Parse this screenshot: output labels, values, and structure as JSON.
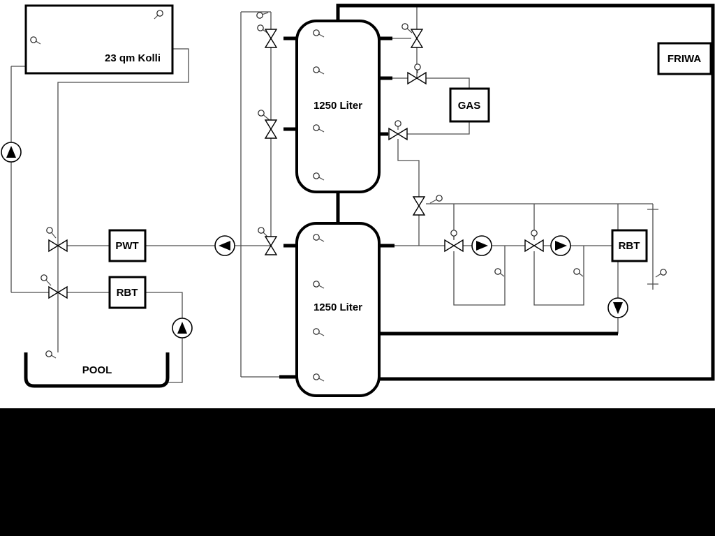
{
  "labels": {
    "collector": "23 qm Kolli",
    "tank1": "1250 Liter",
    "tank2": "1250 Liter",
    "pwt": "PWT",
    "rbt_left": "RBT",
    "rbt_right": "RBT",
    "gas": "GAS",
    "friwa": "FRIWA",
    "pool": "POOL"
  },
  "icons": {
    "pump": "pump-icon",
    "valve": "three-way-valve-icon",
    "sensor": "sensor-icon"
  },
  "colors": {
    "background": "#ffffff",
    "line": "#4d4d4d",
    "pipe": "#000000",
    "band": "#000000",
    "symbol_fill": "#000000"
  }
}
